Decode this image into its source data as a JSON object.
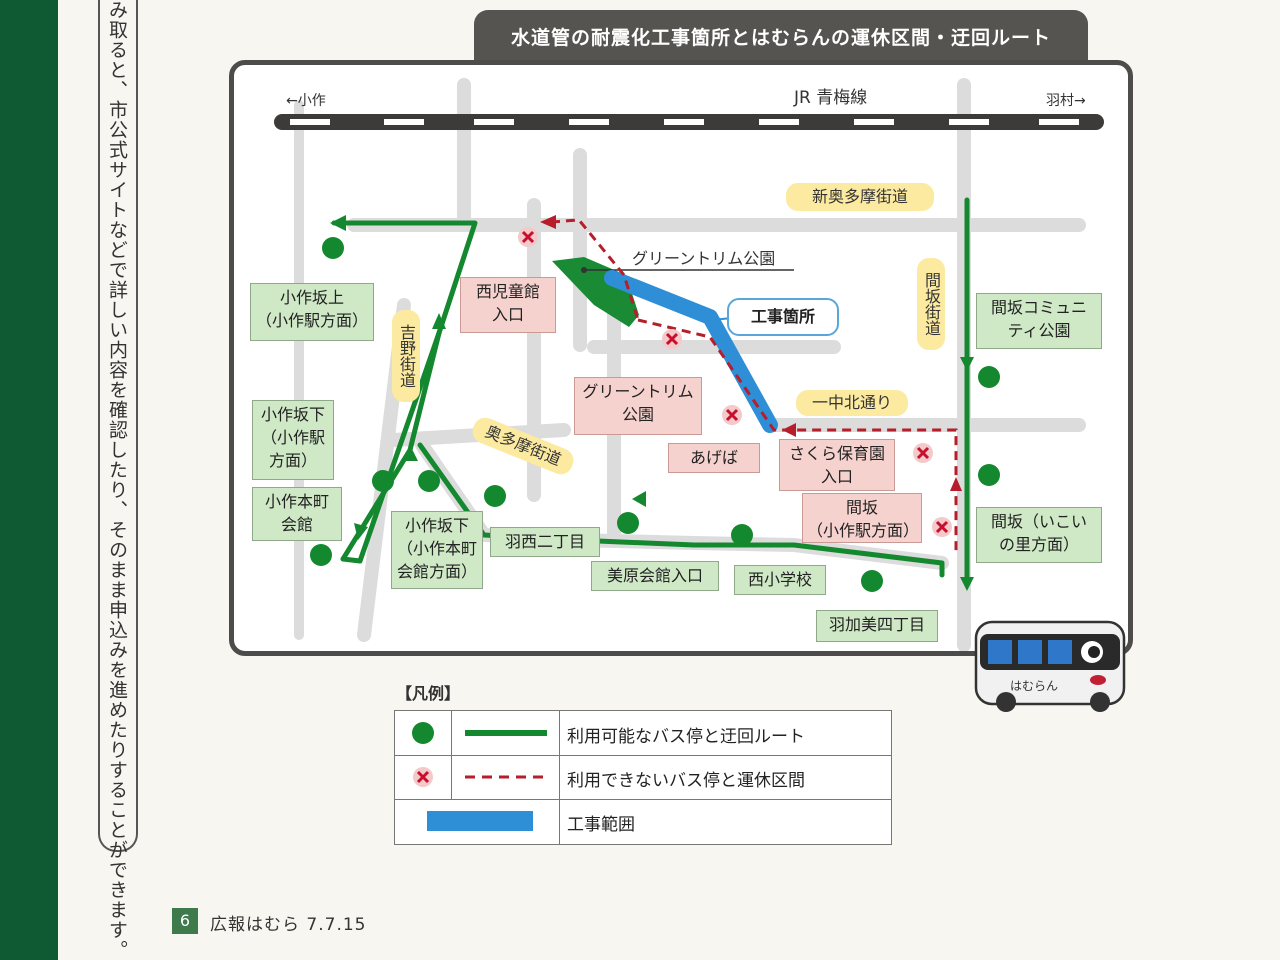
{
  "side_text": "み取ると、市公式サイトなどで詳しい内容を確認したり、そのまま申込みを進めたりすることができます。",
  "title": "水道管の耐震化工事箇所とはむらんの運休区間・迂回ルート",
  "railway": {
    "name": "JR 青梅線",
    "left": "←小作",
    "right": "羽村→"
  },
  "roads": {
    "shin_okutama": "新奥多摩街道",
    "okutama": "奥多摩街道",
    "yoshino": "吉野街道",
    "masaka": "間坂街道",
    "icchu_kita": "一中北通り"
  },
  "places": {
    "greentrim_park": "グリーントリム公園",
    "construction": "工事箇所"
  },
  "available_stops": {
    "ozakusakaue": "小作坂上\n（小作駅方面）",
    "ozakusakashita_station": "小作坂下\n（小作駅\n方面）",
    "ozakuhoncho": "小作本町\n会館",
    "ozakusakashita_hall": "小作坂下\n（小作本町\n会館方面）",
    "hanishi": "羽西二丁目",
    "miharakaikan": "美原会館入口",
    "nishi_shogakko": "西小学校",
    "hakami": "羽加美四丁目",
    "masaka_community": "間坂コミュニ\nティ公園",
    "masaka_ikoi": "間坂（いこい\nの里方面）"
  },
  "closed_stops": {
    "nishi_jidokan": "西児童館\n入口",
    "greentrim_stop": "グリーントリム\n公園",
    "ageba": "あげば",
    "sakura_hoikuen": "さくら保育園\n入口",
    "masaka_station": "間坂\n（小作駅方面）"
  },
  "legend": {
    "title": "【凡例】",
    "available": "利用可能なバス停と迂回ルート",
    "closed": "利用できないバス停と運休区間",
    "construction": "工事範囲"
  },
  "bus": {
    "label": "はむらん"
  },
  "footer": {
    "page": "6",
    "text": "広報はむら 7.7.15"
  },
  "colors": {
    "route_green": "#14882f",
    "closed_red": "#b51e2a",
    "construction_blue": "#2e8fd6",
    "road_gray": "#d9d9d9"
  }
}
